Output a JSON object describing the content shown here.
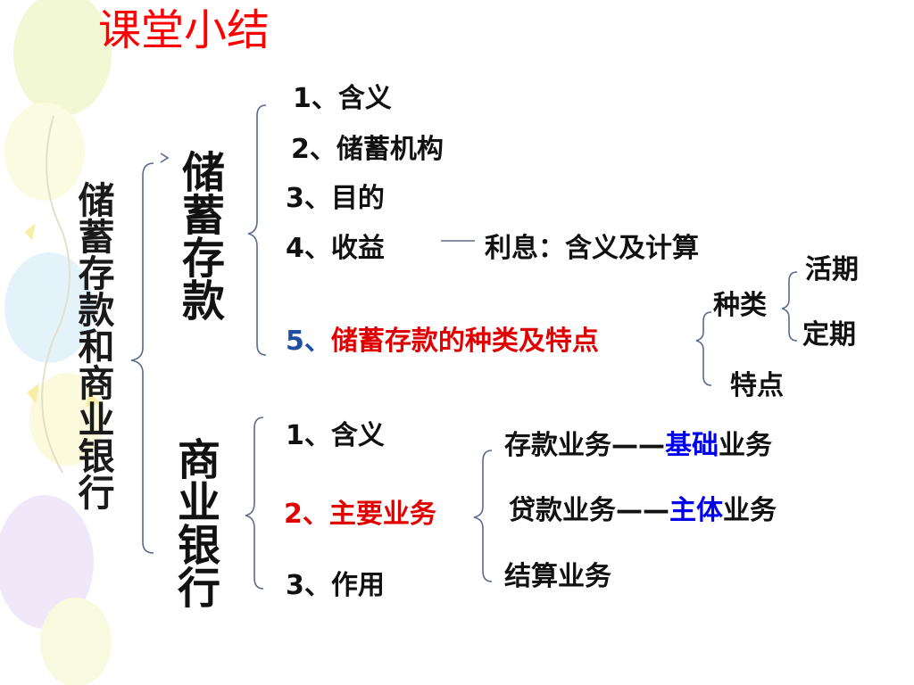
{
  "title": "课堂小结",
  "root": "储蓄存款和商业银行",
  "savings": {
    "label": "储蓄存款",
    "items": [
      "1、含义",
      "2、储蓄机构",
      "3、目的",
      "4、收益"
    ],
    "income_note": "利息：含义及计算",
    "item5_num": "5、",
    "item5_text": "储蓄存款的种类及特点",
    "kinds_label": "种类",
    "kinds": [
      "活期",
      "定期"
    ],
    "features_label": "特点"
  },
  "bank": {
    "label": "商业银行",
    "item1": "1、含义",
    "item2": "2、主要业务",
    "item3": "3、作用",
    "business": {
      "deposit_prefix": "存款业务——",
      "deposit_highlight": "基础",
      "deposit_suffix": "业务",
      "loan_prefix": "贷款业务——",
      "loan_highlight": "主体",
      "loan_suffix": "业务",
      "settlement": "结算业务"
    }
  },
  "colors": {
    "title": "#ff0000",
    "emphasis": "#e00000",
    "highlight": "#0000ee",
    "number_blue": "#1f4fa0"
  }
}
